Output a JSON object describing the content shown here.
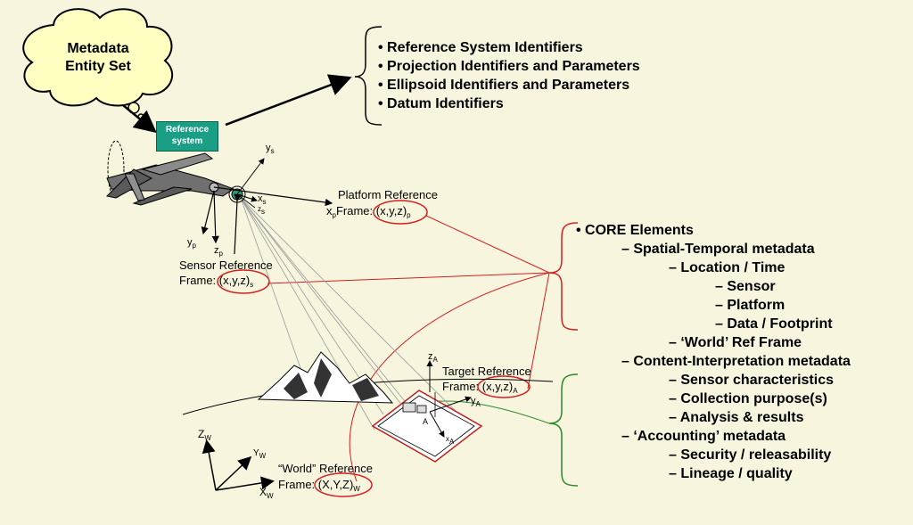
{
  "cloud": {
    "line1": "Metadata",
    "line2": "Entity Set"
  },
  "reference_box": {
    "line1": "Reference",
    "line2": "system"
  },
  "reference_list": [
    "Reference System Identifiers",
    "Projection Identifiers and Parameters",
    "Ellipsoid Identifiers and Parameters",
    "Datum Identifiers"
  ],
  "platform_frame": {
    "title": "Platform Reference",
    "prefix": "Frame: ",
    "coords": "(x,y,z)",
    "sub": "p",
    "axis_label": "x",
    "axis_sub": "p"
  },
  "sensor_frame": {
    "title": "Sensor Reference",
    "prefix": "Frame: ",
    "coords": "(x,y,z)",
    "sub": "s"
  },
  "target_frame": {
    "title": "Target Reference",
    "prefix": "Frame: ",
    "coords": "(x,y,z)",
    "sub": "A"
  },
  "world_frame": {
    "title": "“World” Reference",
    "prefix": "Frame: ",
    "coords": "(X,Y,Z)",
    "sub": "W"
  },
  "axes": {
    "ys": "y",
    "ys_sub": "s",
    "xs": "x",
    "xs_sub": "s",
    "zs": "z",
    "zs_sub": "s",
    "yp": "y",
    "yp_sub": "p",
    "zp": "z",
    "zp_sub": "p",
    "zA": "z",
    "zA_sub": "A",
    "yA": "y",
    "yA_sub": "A",
    "xA": "x",
    "xA_sub": "A",
    "A": "A",
    "ZW": "Z",
    "ZW_sub": "W",
    "YW": "Y",
    "YW_sub": "W",
    "XW": "X",
    "XW_sub": "W"
  },
  "core": {
    "title": "CORE Elements",
    "spatial": "Spatial-Temporal metadata",
    "location": "Location / Time",
    "sensor": "Sensor",
    "platform": "Platform",
    "data": "Data / Footprint",
    "world": "‘World’ Ref Frame",
    "content": "Content-Interpretation metadata",
    "sensor_char": "Sensor characteristics",
    "collection": "Collection purpose(s)",
    "analysis": "Analysis & results",
    "accounting": "‘Accounting’ metadata",
    "security": "Security / releasability",
    "lineage": "Lineage / quality"
  },
  "colors": {
    "background": "#f7f5de",
    "cloud": "#ffffc2",
    "ref_box": "#1a9e86",
    "red_link": "#d42020",
    "green_link": "#2b8a2b"
  }
}
